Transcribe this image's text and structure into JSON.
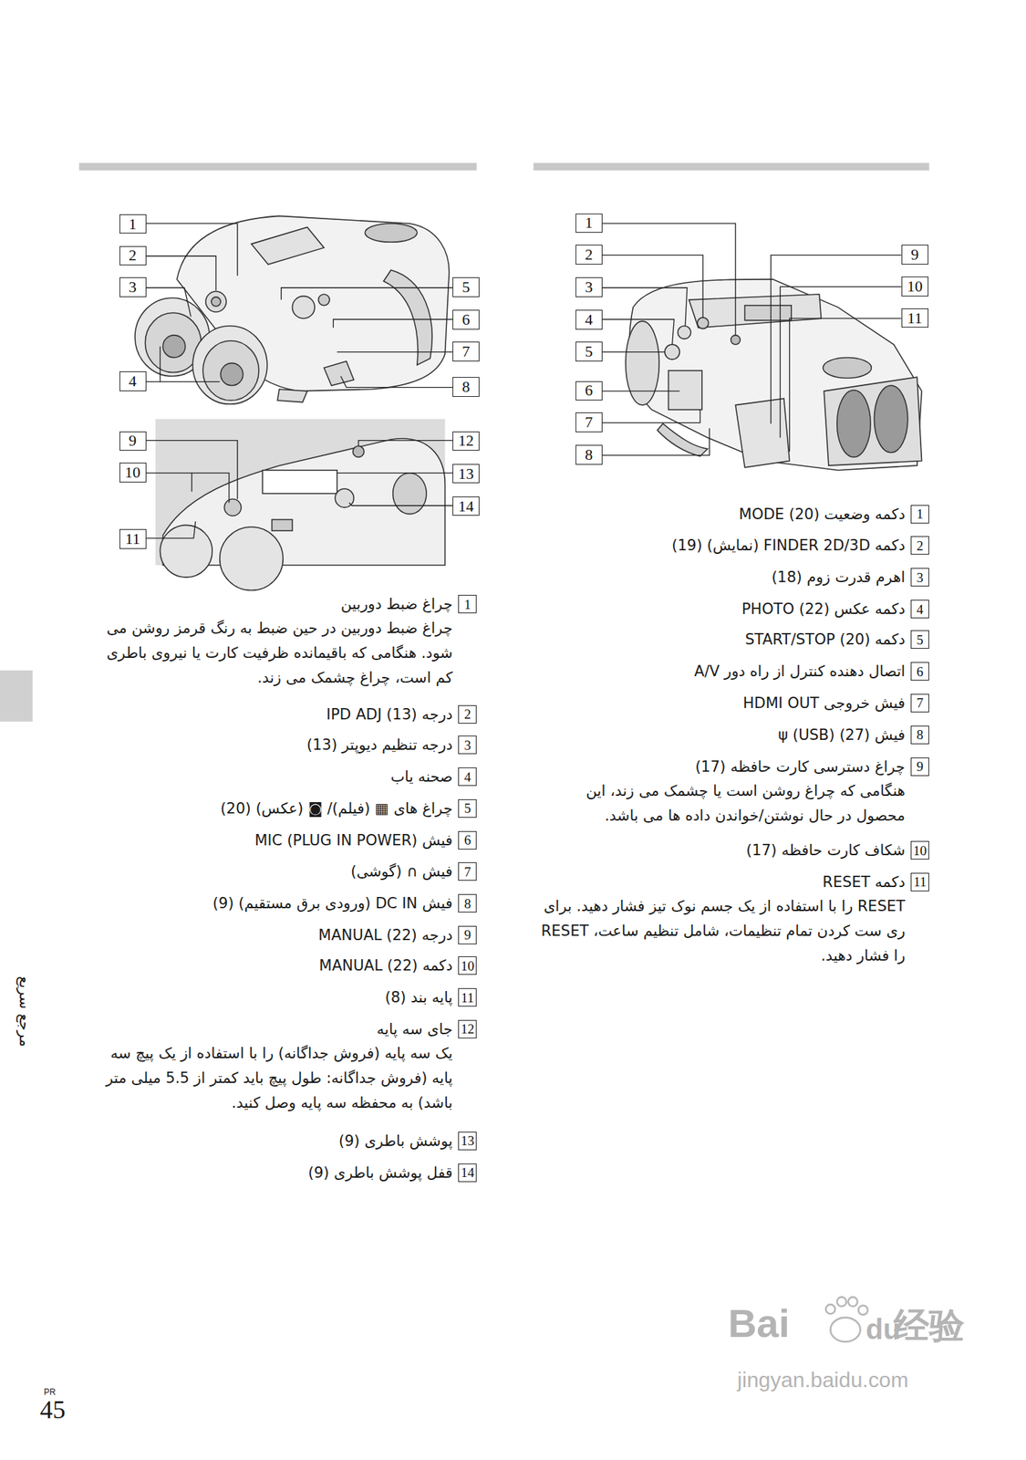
{
  "diagram": {
    "nodes": [
      {
        "text": [
          "1"
        ]
      },
      {
        "text": [
          "2"
        ]
      },
      {
        "text": [
          "3"
        ]
      },
      {
        "text": [
          "4"
        ]
      },
      {
        "text": [
          "5"
        ]
      },
      {
        "text": [
          "6"
        ]
      },
      {
        "text": [
          "7"
        ]
      },
      {
        "text": [
          "8"
        ]
      },
      {
        "text": [
          "9"
        ]
      },
      {
        "text": [
          "10"
        ]
      },
      {
        "text": [
          "11"
        ]
      },
      {
        "text": [
          "1",
          "دکمه وضعیت MODE (20)"
        ]
      },
      {
        "text": [
          "2",
          "دکمه FINDER 2D/3D (نمایش) (19)"
        ]
      },
      {
        "text": [
          "3",
          "اهرم قدرت زوم (18)"
        ]
      },
      {
        "text": [
          "4",
          "دکمه عکس PHOTO (22)"
        ]
      },
      {
        "text": [
          "5",
          "دکمه START/STOP (20)"
        ]
      },
      {
        "text": [
          "6",
          "اتصال دهنده کنترل از راه دور A/V"
        ]
      },
      {
        "text": [
          "7",
          "فیش خروجی HDMI OUT"
        ]
      },
      {
        "text": [
          "8",
          "فیش ψ (USB) (27)"
        ]
      },
      {
        "text": [
          "9",
          "چراغ دسترسی کارت حافظه (17)",
          "هنگامی که چراغ روشن است یا چشمک می زند، این محصول در حال نوشتن/خواندن داده ها می باشد."
        ]
      },
      {
        "text": [
          "10",
          "شکاف کارت حافظه (17)"
        ]
      },
      {
        "text": [
          "11",
          "دکمه RESET",
          "RESET را با استفاده از یک جسم نوک تیز فشار دهید. برای ری ست کردن تمام تنظیمات، شامل تنظیم ساعت، RESET را فشار دهید."
        ]
      },
      {
        "text": [
          "1"
        ]
      },
      {
        "text": [
          "2"
        ]
      },
      {
        "text": [
          "3"
        ]
      },
      {
        "text": [
          "4"
        ]
      },
      {
        "text": [
          "5"
        ]
      },
      {
        "text": [
          "6"
        ]
      },
      {
        "text": [
          "7"
        ]
      },
      {
        "text": [
          "8"
        ]
      },
      {
        "text": [
          "9"
        ]
      },
      {
        "text": [
          "10"
        ]
      },
      {
        "text": [
          "11"
        ]
      },
      {
        "text": [
          "12"
        ]
      },
      {
        "text": [
          "13"
        ]
      },
      {
        "text": [
          "14"
        ]
      },
      {
        "text": [
          "1",
          "چراغ ضبط دوربین",
          "چراغ ضبط دوربین در حین ضبط به رنگ قرمز روشن می شود. هنگامی که باقیمانده ظرفیت کارت یا نیروی باطری کم است، چراغ چشمک می زند."
        ]
      },
      {
        "text": [
          "2",
          "درجه IPD ADJ (13)"
        ]
      },
      {
        "text": [
          "3",
          "درجه تنظیم دیوپتر (13)"
        ]
      },
      {
        "text": [
          "4",
          "صحنه یاب"
        ]
      },
      {
        "text": [
          "5",
          "چراغ های ▦ (فیلم)/ ◙ (عکس) (20)"
        ]
      },
      {
        "text": [
          "6",
          "فیش MIC (PLUG IN POWER)"
        ]
      },
      {
        "text": [
          "7",
          "فیش ∩ (گوشی)"
        ]
      },
      {
        "text": [
          "8",
          "فیش DC IN (ورودی برق مستقیم) (9)"
        ]
      },
      {
        "text": [
          "9",
          "درجه MANUAL (22)"
        ]
      },
      {
        "text": [
          "10",
          "دکمه MANUAL (22)"
        ]
      },
      {
        "text": [
          "11",
          "پایه بند (8)"
        ]
      },
      {
        "text": [
          "12",
          "جای سه پایه",
          "یک سه پایه (فروش جداگانه) را با استفاده از یک پیچ سه پایه (فروش جداگانه: طول پیچ باید کمتر از 5.5 میلی متر باشد) به محفظه سه پایه وصل کنید."
        ]
      },
      {
        "text": [
          "13",
          "پوشش باطری (9)"
        ]
      },
      {
        "text": [
          "14",
          "قفل پوشش باطری (9)"
        ]
      }
    ],
    "labels": [
      "مرجع سریع",
      "PR",
      "45",
      "Bai",
      "du",
      "经验",
      "jingyan.baidu.com"
    ]
  }
}
